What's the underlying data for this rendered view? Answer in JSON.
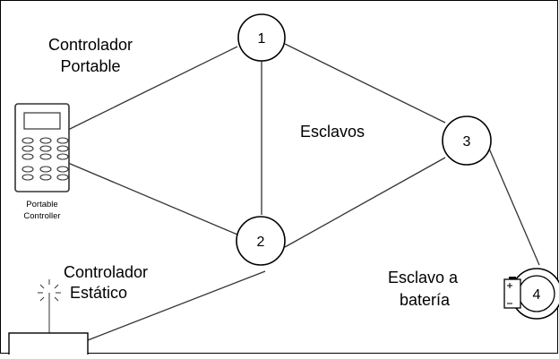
{
  "diagram": {
    "labels": {
      "portable_controller_line1": "Controlador",
      "portable_controller_line2": "Portable",
      "slaves": "Esclavos",
      "static_controller_line1": "Controlador",
      "static_controller_line2": "Estático",
      "battery_slave_line1": "Esclavo a",
      "battery_slave_line2": "batería",
      "device_caption_line1": "Portable",
      "device_caption_line2": "Controller"
    },
    "nodes": [
      "1",
      "2",
      "3",
      "4"
    ]
  }
}
